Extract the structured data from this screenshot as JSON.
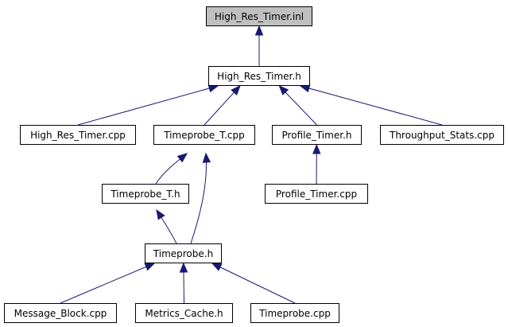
{
  "nodes": {
    "high_res_timer_inl": "High_Res_Timer.inl",
    "high_res_timer_h": "High_Res_Timer.h",
    "high_res_timer_cpp": "High_Res_Timer.cpp",
    "timeprobe_t_cpp": "Timeprobe_T.cpp",
    "profile_timer_h": "Profile_Timer.h",
    "throughput_stats_cpp": "Throughput_Stats.cpp",
    "timeprobe_t_h": "Timeprobe_T.h",
    "profile_timer_cpp": "Profile_Timer.cpp",
    "timeprobe_h": "Timeprobe.h",
    "message_block_cpp": "Message_Block.cpp",
    "metrics_cache_h": "Metrics_Cache.h",
    "timeprobe_cpp": "Timeprobe.cpp"
  },
  "edges": [
    [
      "high_res_timer_h",
      "high_res_timer_inl"
    ],
    [
      "high_res_timer_cpp",
      "high_res_timer_h"
    ],
    [
      "timeprobe_t_cpp",
      "high_res_timer_h"
    ],
    [
      "profile_timer_h",
      "high_res_timer_h"
    ],
    [
      "throughput_stats_cpp",
      "high_res_timer_h"
    ],
    [
      "timeprobe_t_h",
      "timeprobe_t_cpp"
    ],
    [
      "timeprobe_h",
      "timeprobe_t_cpp"
    ],
    [
      "profile_timer_cpp",
      "profile_timer_h"
    ],
    [
      "timeprobe_h",
      "timeprobe_t_h"
    ],
    [
      "message_block_cpp",
      "timeprobe_h"
    ],
    [
      "metrics_cache_h",
      "timeprobe_h"
    ],
    [
      "timeprobe_cpp",
      "timeprobe_h"
    ]
  ],
  "colors": {
    "edge": "#191970",
    "root_fill": "#bfbfbf",
    "node_fill": "#ffffff",
    "border": "#000000"
  }
}
